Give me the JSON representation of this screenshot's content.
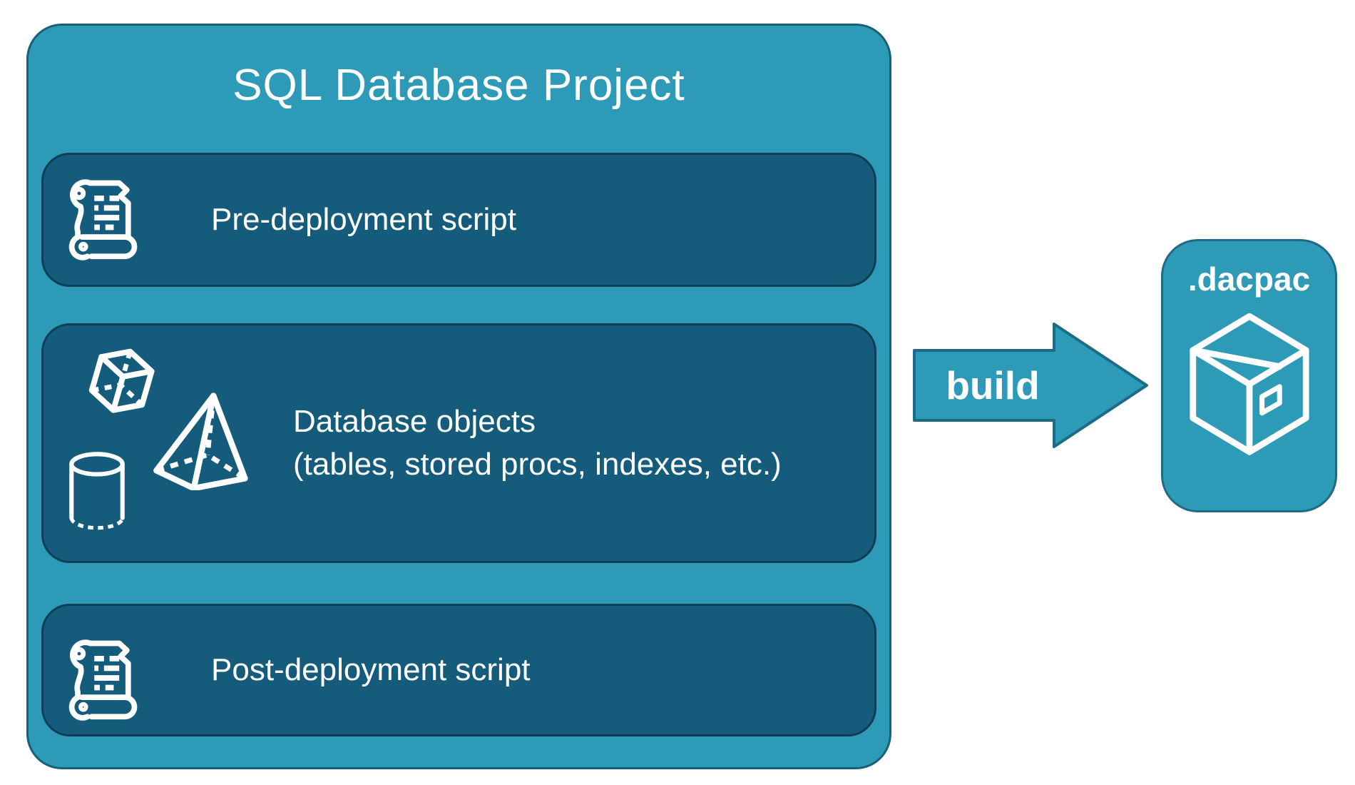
{
  "colors": {
    "outer_fill": "#2D9BB7",
    "outer_border": "#185F7A",
    "inner_fill": "#155C7C",
    "inner_border": "#0E3E55",
    "accent_fill": "#2D9BB7",
    "accent_border": "#1D6B85",
    "text": "#FFFFFF",
    "background": "#FFFFFF"
  },
  "project": {
    "title": "SQL Database Project",
    "rows": [
      {
        "label": "Pre-deployment script",
        "icon": "scroll-icon"
      },
      {
        "label_line1": "Database objects",
        "label_line2": "(tables, stored procs, indexes, etc.)",
        "icons": [
          "cube-icon",
          "pyramid-icon",
          "cylinder-icon"
        ]
      },
      {
        "label": "Post-deployment script",
        "icon": "scroll-icon"
      }
    ]
  },
  "build_arrow": {
    "label": "build"
  },
  "dacpac": {
    "label": ".dacpac",
    "icon": "package-icon"
  }
}
